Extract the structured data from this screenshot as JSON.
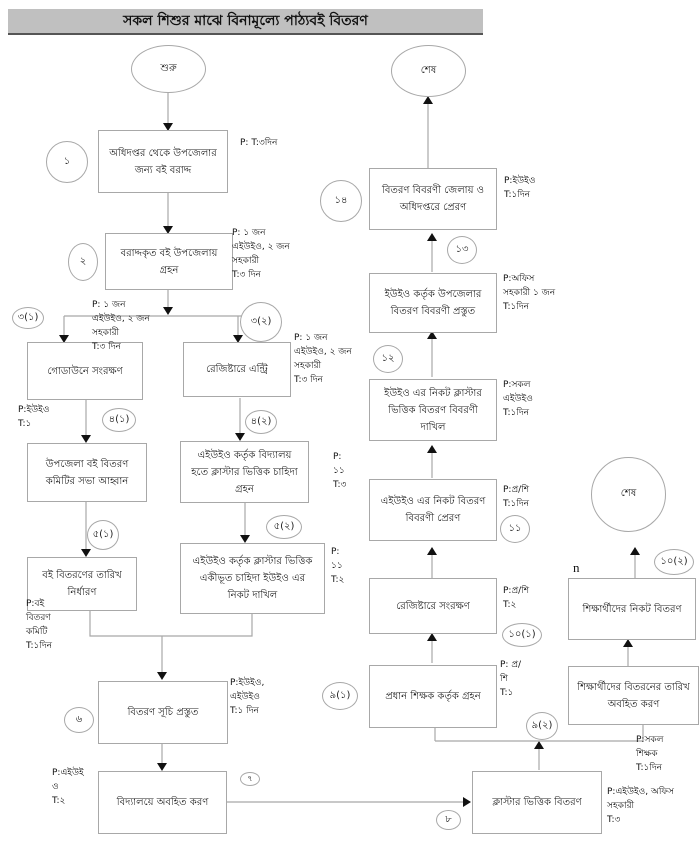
{
  "title": "সকল শিশুর মাঝে বিনামূল্যে পাঠ্যবই বিতরণ",
  "terminals": {
    "start": "শুরু",
    "end_top": "শেষ",
    "end_right": "শেষ"
  },
  "steps": [
    {
      "id": "1",
      "label": "অধিদপ্তর থেকে উপজেলার জন্য বই বরাদ্দ",
      "marker": "১",
      "annotation": "P: T:৩দিন"
    },
    {
      "id": "2",
      "label": "বরাদ্দকৃত বই উপজেলায় গ্রহন",
      "marker": "২",
      "annotation": "P: ১ জন\nএইউইও, ২ জন\nসহকারী\nT:৩ দিন"
    },
    {
      "id": "3-1",
      "label": "গোডাউনে সংরক্ষণ",
      "marker": "৩(১)",
      "annotation": "P: ১ জন\nএইউইও, ২ জন\nসহকারী\nT:৩ দিন"
    },
    {
      "id": "3-2",
      "label": "রেজিষ্টারে এন্ট্রি",
      "marker": "৩(২)",
      "annotation": "P: ১ জন\nএইউইও, ২ জন\nসহকারী\nT:৩ দিন"
    },
    {
      "id": "4-1",
      "label": "উপজেলা বই বিতরণ কমিটির সভা আহ্বান",
      "marker": "৪(১)",
      "annotation": "P:ইউইও\nT:১"
    },
    {
      "id": "4-2",
      "label": "এইউইও কর্তৃক বিদ্যালয় হতে ক্লাস্টার ভিত্তিক চাহিদা গ্রহন",
      "marker": "৪(২)",
      "annotation": "P:\n১১\nT:৩"
    },
    {
      "id": "5-1",
      "label": "বই বিতরণের তারিখ নির্ধারণ",
      "marker": "৫(১)",
      "annotation": "P:বই\nবিতরণ\nকমিটি\nT:১দিন"
    },
    {
      "id": "5-2",
      "label": "এইউইও কর্তৃক ক্লাস্টার ভিত্তিক একীভূত চাহিদা ইউইও এর নিকট দাখিল",
      "marker": "৫(২)",
      "annotation": "P:\n১১\nT:২"
    },
    {
      "id": "6",
      "label": "বিতরণ সূচি প্রস্তুত",
      "marker": "৬",
      "annotation": "P:ইউইও,\nএইউইও\nT:১ দিন"
    },
    {
      "id": "7",
      "label": "বিদ্যালয়ে অবহিত করণ",
      "marker": "৭",
      "annotation": "P:এইউই\nও\nT:২"
    },
    {
      "id": "8",
      "label": "ক্লাস্টার ভিত্তিক বিতরণ",
      "marker": "৮",
      "annotation": "P:এইউইও, অফিস\nসহকারী\nT:৩"
    },
    {
      "id": "9-1",
      "label": "প্রধান শিক্ষক কর্তৃক গ্রহন",
      "marker": "৯(১)",
      "annotation": "P: প্র/\nশি\nT:১"
    },
    {
      "id": "9-2",
      "label": "শিক্ষার্থীদের বিতরনের তারিখ অবহিত করণ",
      "marker": "৯(২)",
      "annotation": "P:সকল\nশিক্ষক\nT:১দিন"
    },
    {
      "id": "10-1",
      "label": "রেজিষ্টারে সংরক্ষণ",
      "marker": "১০(১)",
      "annotation": "P:প্র/শি\nT:২"
    },
    {
      "id": "10-2",
      "label": "শিক্ষার্থীদের নিকট বিতরণ",
      "marker": "১০(২)",
      "annotation": "n"
    },
    {
      "id": "11",
      "label": "এইউইও এর নিকট বিতরণ বিবরণী প্রেরণ",
      "marker": "১১",
      "annotation": "P:প্র/শি\nT:১দিন"
    },
    {
      "id": "12",
      "label": "ইউইও এর নিকট ক্লাস্টার ভিত্তিক বিতরণ বিবরণী দাখিল",
      "marker": "১২",
      "annotation": "P:সকল\nএইউইও\nT:১দিন"
    },
    {
      "id": "13",
      "label": "ইউইও কর্তৃক উপজেলার বিতরণ বিবরণী প্রস্তুত",
      "marker": "১৩",
      "annotation": "P:অফিস\nসহকারী ১ জন\nT:১দিন"
    },
    {
      "id": "14",
      "label": "বিতরণ বিবরণী জেলায় ও অধিদপ্তরে প্রেরণ",
      "marker": "১৪",
      "annotation": "P:ইউইও\nT:১দিন"
    }
  ],
  "colors": {
    "title_bg": "#c0c0c0",
    "line": "#a8a8a8",
    "arrow": "#111111"
  }
}
